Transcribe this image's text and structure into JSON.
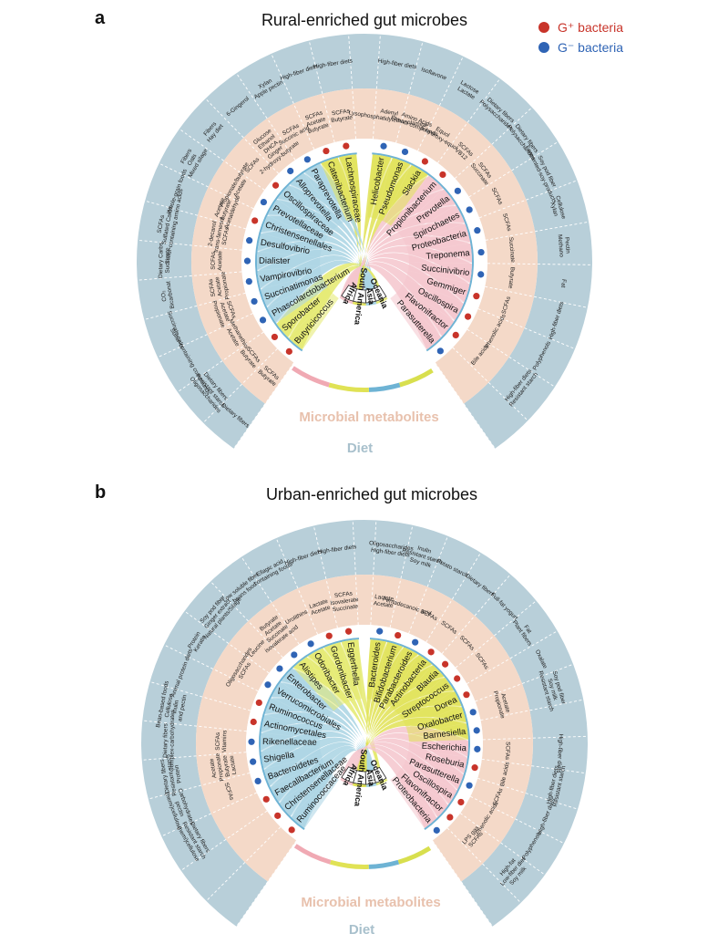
{
  "colors": {
    "diet_ring": "#b8cfd9",
    "metab_ring": "#f4d9c8",
    "white_ring": "#ffffff",
    "gpos": "#c8342a",
    "gneg": "#2f64b5",
    "legend_gpos_text": "#c8342a",
    "legend_gneg_text": "#2f64b5",
    "metab_label": "#e8c1ad",
    "diet_label": "#a8c0cc",
    "ribbon_asia": "#a9d3e3",
    "ribbon_southamerica": "#e0e255",
    "ribbon_africa": "#f4c5cc",
    "ribbon_oceania": "#e4ea6e",
    "band_asia": "#6eb3d4",
    "band_southamerica": "#e0e255",
    "band_africa": "#f0a9b3",
    "band_oceania": "#d8df4e",
    "region_block": "#ffffff"
  },
  "legend": {
    "gpos": "G⁺ bacteria",
    "gneg": "G⁻ bacteria"
  },
  "panels": [
    {
      "letter": "a",
      "title": "Rural-enriched gut microbes",
      "metab_label": "Microbial metabolites",
      "diet_label": "Diet",
      "regions": [
        "Oceania",
        "Asia",
        "South America",
        "Africa"
      ],
      "left": [
        {
          "name": "Lachnospiraceae",
          "gram": "pos",
          "metab": "SCFAs, Butyrate",
          "diet": "High-fiber diets"
        },
        {
          "name": "Catenibacterium",
          "gram": "pos",
          "metab": "SCFAs, Acetate, Butyrate",
          "diet": "High-fiber diets"
        },
        {
          "name": "Paraprevotella",
          "gram": "neg",
          "metab": "SCFAs, Succinic acid",
          "diet": "Xylan, Apple pectin"
        },
        {
          "name": "Alloprevotella",
          "gram": "neg",
          "metab": "Glucose, Ethanol, DHCA, Ginger, 2-hydroxy-butyrate",
          "diet": "6-Gingerol"
        },
        {
          "name": "Oscillospiraceae",
          "gram": "pos",
          "metab": "SCFAs",
          "diet": "Fibers, Hay diet"
        },
        {
          "name": "Prevotellaceae",
          "gram": "neg",
          "metab": "Propionate/butyrate, Acetate",
          "diet": "Fibers, Oats, Mixed silage"
        },
        {
          "name": "Christensenellales",
          "gram": "pos",
          "metab": "Acetate, butyrate, Acetaldehyde",
          "diet": "Whole-grain foods"
        },
        {
          "name": "Desulfovibrio",
          "gram": "neg",
          "metab": "2-decanol, trans-farnesol, SCFAs",
          "diet": "SCFAs, Sulfated Carbs, Sulfur-containing amino acids"
        },
        {
          "name": "Dialister",
          "gram": "neg",
          "metab": "SCFAs, Acetate",
          "diet": "Dietary Carbs, Succinate"
        },
        {
          "name": "Vampirovibrio",
          "gram": "neg",
          "metab": "SCFAs, Acetate, Propionate",
          "diet": "CO₂, Bicarbonat"
        },
        {
          "name": "Succinatimonas",
          "gram": "neg",
          "metab": "SCFAs, Acetate, Propionate",
          "diet": "Succinate salts"
        },
        {
          "name": "Phascolarctobacterium",
          "gram": "neg",
          "metab": "Methanethiol, Acetate",
          "diet": "Sulfur-containing compounds"
        },
        {
          "name": "Sporobacter",
          "gram": "pos",
          "metab": "SCFAs, Butyrate",
          "diet": "Dietary fibers, Resistant starch, Oligosaccharides"
        },
        {
          "name": "Butyricicoccus",
          "gram": "pos",
          "metab": "SCFAs, Butyrate",
          "diet": "Dietary fibers"
        }
      ],
      "right": [
        {
          "name": "Helicobacter",
          "gram": "neg",
          "metab": "Adenyl, Lysophosphatidylethanolamine",
          "diet": "High-fiber diets"
        },
        {
          "name": "Pseudomonas",
          "gram": "neg",
          "metab": "Amino Acids, Phenol compounds",
          "diet": "Isoflavone"
        },
        {
          "name": "Slackia",
          "gram": "pos",
          "metab": "Equol, 5-hydroxy-equol",
          "diet": "Lactose, Lactate"
        },
        {
          "name": "Propionibacterium",
          "gram": "pos",
          "metab": "SCFAs, VB12",
          "diet": "Dietary fibers, Polysaccharides"
        },
        {
          "name": "Prevotella",
          "gram": "neg",
          "metab": "SCFAs, Succinate",
          "diet": "Dietary fibers, Polysaccharides"
        },
        {
          "name": "Spirochaetes",
          "gram": "neg",
          "metab": "SCFAs",
          "diet": "Soy pod fiber, Fermented-soy-products"
        },
        {
          "name": "Proteobacteria",
          "gram": "neg",
          "metab": "SCFAs",
          "diet": "Cellulose, Xylan"
        },
        {
          "name": "Treponema",
          "gram": "neg",
          "metab": "Succinate",
          "diet": "Pectin, Methano"
        },
        {
          "name": "Succinivibrio",
          "gram": "neg",
          "metab": "Butyrate",
          "diet": "Fat"
        },
        {
          "name": "Gemmiger",
          "gram": "pos",
          "metab": "SCFAs",
          "diet": "High-fiber diets"
        },
        {
          "name": "Oscillospira",
          "gram": "pos",
          "metab": "Phenolic acids",
          "diet": "Polyphenols"
        },
        {
          "name": "Flavonifractor",
          "gram": "pos",
          "metab": "Bile acids",
          "diet": "High-fiber diets, Resistant starch"
        },
        {
          "name": "Parasutterella",
          "gram": "neg",
          "metab": "",
          "diet": ""
        }
      ]
    },
    {
      "letter": "b",
      "title": "Urban-enriched gut microbes",
      "metab_label": "Microbial metabolites",
      "diet_label": "Diet",
      "regions": [
        "Oceania",
        "Asia",
        "South America",
        "Africa"
      ],
      "left": [
        {
          "name": "Eggerthella",
          "gram": "pos",
          "metab": "SCFAs, Isovalerate, Succinate",
          "diet": "High-fiber diets"
        },
        {
          "name": "Gordonibacter",
          "gram": "pos",
          "metab": "Lactate, Acetate",
          "diet": "High-fiber diets"
        },
        {
          "name": "Odoribacter",
          "gram": "neg",
          "metab": "Urolithins",
          "diet": "Ellagic acid, containing foods"
        },
        {
          "name": "Alistipes",
          "gram": "neg",
          "metab": "Butyrate, Acetate, Succinate, isovalerate acid",
          "diet": "Low soluble fiber, beans food"
        },
        {
          "name": "Enterobacter",
          "gram": "neg",
          "metab": "Leucine",
          "diet": "Soy pod fiber, Ginger extract, Natural plants/Silage"
        },
        {
          "name": "Verrucomicrobiales",
          "gram": "neg",
          "metab": "Oligosaccharides, SCFAs",
          "diet": "Protein, Keratin"
        },
        {
          "name": "Ruminococcus",
          "gram": "pos",
          "metab": "",
          "diet": "Animal protein diets"
        },
        {
          "name": "Actinomycetales",
          "gram": "pos",
          "metab": "",
          "diet": "Bean-based foods, Cellulose, inulin, and pectin"
        },
        {
          "name": "Rikenellaceae",
          "gram": "neg",
          "metab": "SCFAs, Vitamins",
          "diet": "Dietary fibers, Complex-carbohydrates"
        },
        {
          "name": "Shigella",
          "gram": "neg",
          "metab": "Acetate, Propionate, Butyrate, Lactate",
          "diet": "Dietary fibers, Resistant starch, Protein"
        },
        {
          "name": "Bacteroidetes",
          "gram": "neg",
          "metab": "SCFAs",
          "diet": "Carbohydrates, pectin, (hemi)cellulose"
        },
        {
          "name": "Faecalibacterium",
          "gram": "pos",
          "metab": "",
          "diet": "Dietary fibers, Resistant starch, (hemi)cellulose"
        },
        {
          "name": "Christensenellaceae",
          "gram": "pos",
          "metab": "",
          "diet": ""
        },
        {
          "name": "Ruminococcaceae",
          "gram": "pos",
          "metab": "",
          "diet": ""
        }
      ],
      "right": [
        {
          "name": "Bacteroides",
          "gram": "neg",
          "metab": "Lactate, Acetate",
          "diet": "Oligosaccharides, High-fiber diets"
        },
        {
          "name": "Bifidobacterium",
          "gram": "pos",
          "metab": "Pentadecanoic acid",
          "diet": "Inulin, Resistant starch, Soy milk"
        },
        {
          "name": "Parabacteroides",
          "gram": "neg",
          "metab": "SCFAs",
          "diet": "Potato starch"
        },
        {
          "name": "Actinobacteria",
          "gram": "pos",
          "metab": "SCFAs",
          "diet": "Dietary fibers"
        },
        {
          "name": "Blautia",
          "gram": "pos",
          "metab": "SCFAs",
          "diet": "Full-fat yogurt"
        },
        {
          "name": "Streptococcus",
          "gram": "pos",
          "metab": "SCFAs",
          "diet": "Fat, Plant fibers"
        },
        {
          "name": "Dorea",
          "gram": "pos",
          "metab": "",
          "diet": "Oxalate"
        },
        {
          "name": "Oxalobacter",
          "gram": "neg",
          "metab": "Acetate, Propionate",
          "diet": "Soy pod fiber, Soy milk, Resistant starch"
        },
        {
          "name": "Barnesiella",
          "gram": "neg",
          "metab": "",
          "diet": ""
        },
        {
          "name": "Escherichia",
          "gram": "neg",
          "metab": "SCFAs",
          "diet": "High-fiber diets"
        },
        {
          "name": "Roseburia",
          "gram": "pos",
          "metab": "Bile acids",
          "diet": "High-fiber diets, Resistant starch"
        },
        {
          "name": "Parasutterella",
          "gram": "neg",
          "metab": "SCFAs",
          "diet": "High-fiber diets"
        },
        {
          "name": "Oscillospira",
          "gram": "pos",
          "metab": "Phenolic acids",
          "diet": "Polyphenols"
        },
        {
          "name": "Flavonifractor",
          "gram": "pos",
          "metab": "LPS gas, SCFAs",
          "diet": "High-fat, Low-fiber diet, Soy milk"
        },
        {
          "name": "Proteobacteria",
          "gram": "neg",
          "metab": "",
          "diet": ""
        }
      ]
    }
  ]
}
